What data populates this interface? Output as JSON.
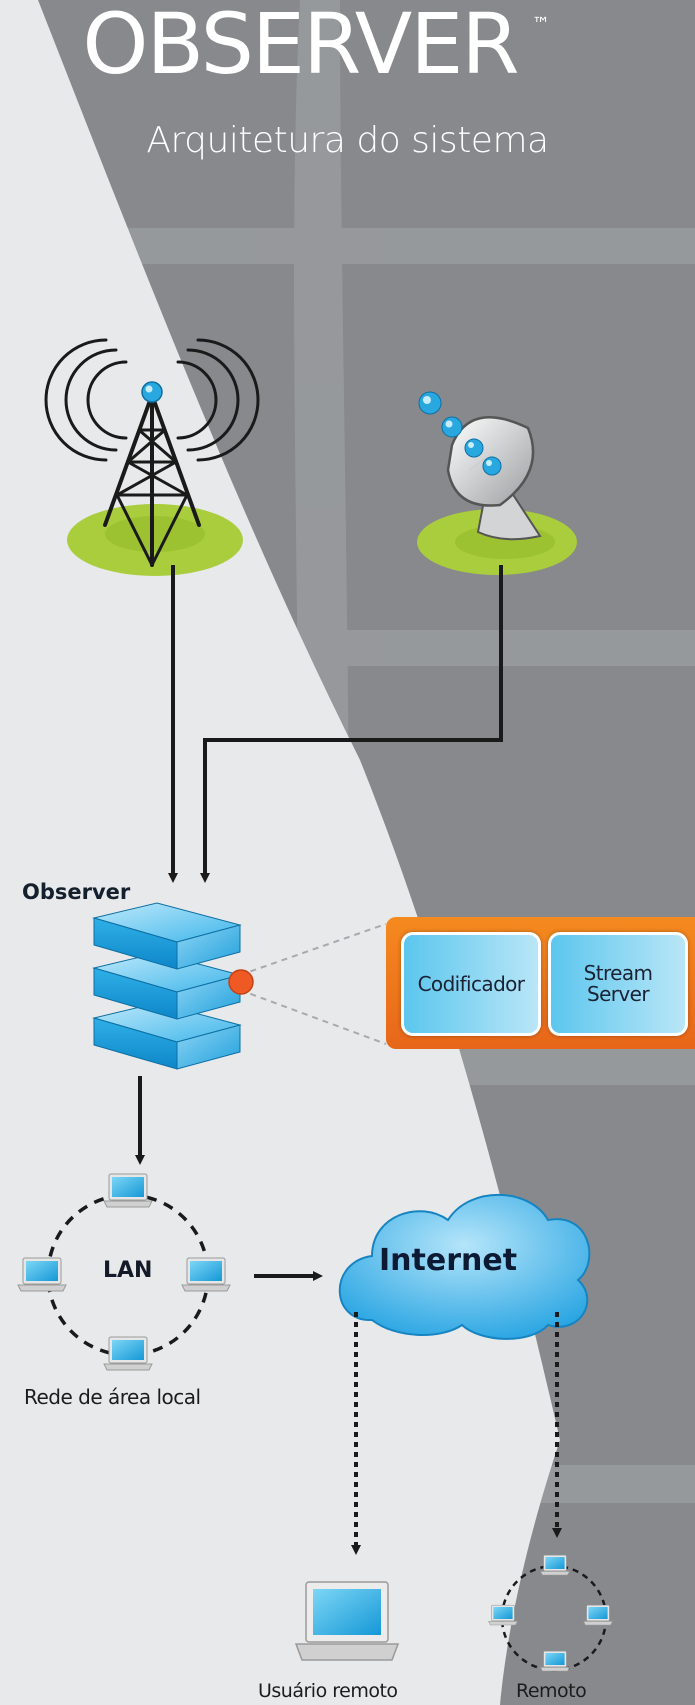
{
  "title": {
    "brand": "OBSERVER",
    "trademark": "™",
    "subtitle": "Arquitetura do sistema"
  },
  "nodes": {
    "antenna_tower": {
      "icon": "radio-tower-icon"
    },
    "satellite_dish": {
      "icon": "satellite-dish-icon"
    },
    "observer_server": {
      "label": "Observer",
      "icon": "server-stack-icon"
    },
    "detail_panel": {
      "encoder": "Codificador",
      "stream_server": "Stream\nServer",
      "colors": {
        "panel": "#f07d1e",
        "box": "#5cc6ee"
      }
    },
    "lan": {
      "label": "LAN",
      "caption": "Rede de área local"
    },
    "internet": {
      "label": "Internet",
      "icon": "cloud-icon"
    },
    "remote_user": {
      "caption": "Usuário remoto",
      "icon": "laptop-icon"
    },
    "remote": {
      "caption": "Remoto"
    }
  },
  "colors": {
    "ground": "#a9cd3c",
    "accent_blue": "#29a8e0",
    "background_dark": "#888a8d",
    "background_light": "#e8e9ea"
  }
}
